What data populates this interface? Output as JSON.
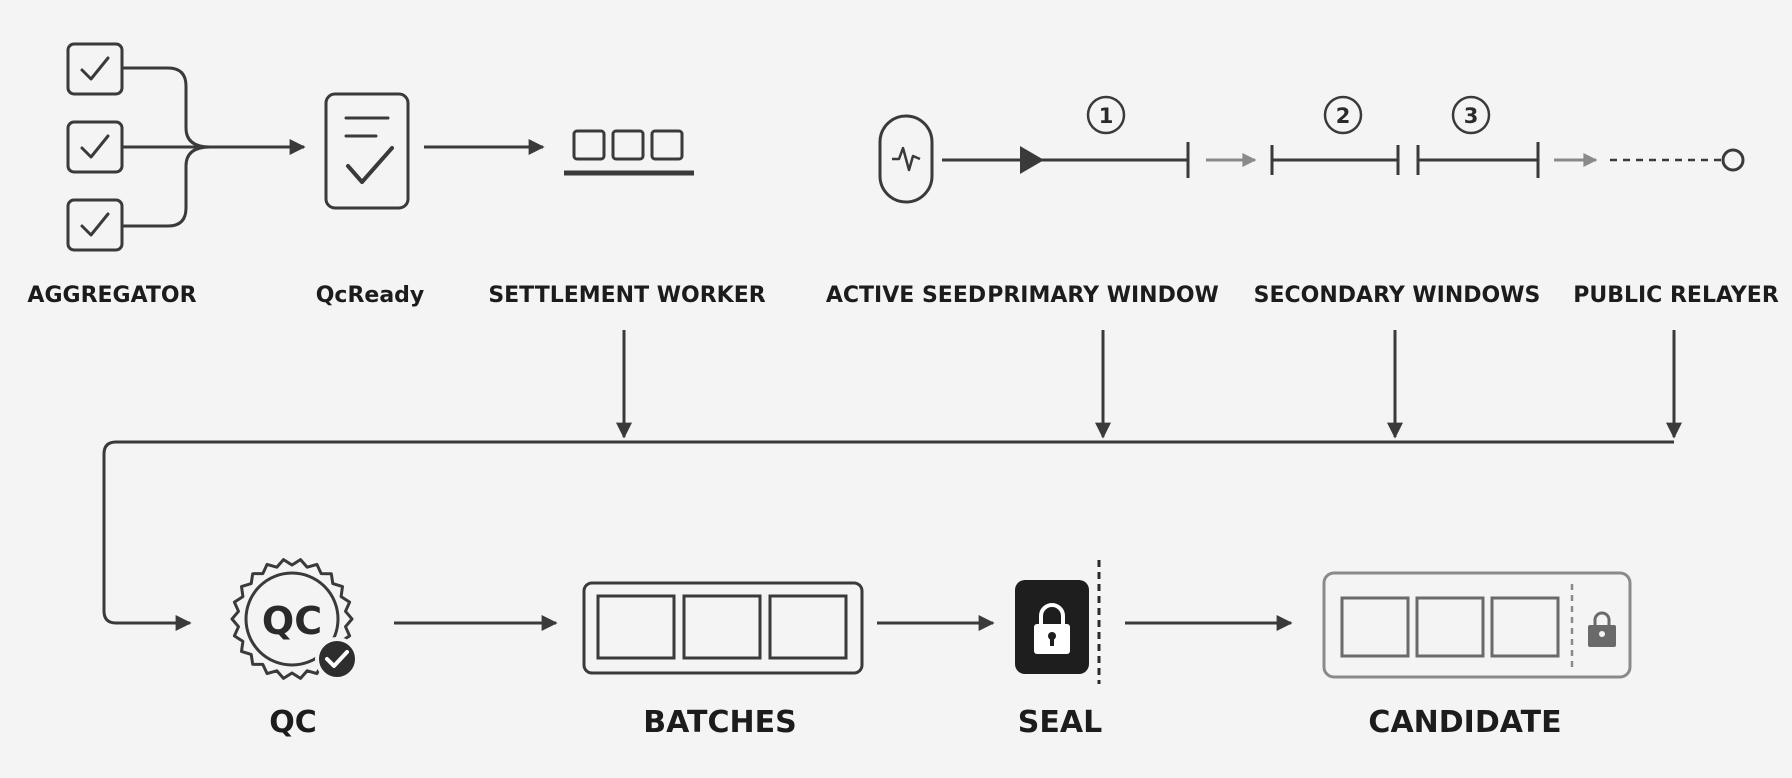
{
  "top_labels": {
    "aggregator": "AGGREGATOR",
    "qcready": "QcReady",
    "settlement_worker": "SETTLEMENT WORKER",
    "active_seed": "ACTIVE SEED",
    "primary_window": "PRIMARY WINDOW",
    "secondary_windows": "SECONDARY WINDOWS",
    "public_relayer": "PUBLIC RELAYER"
  },
  "window_numbers": [
    "1",
    "2",
    "3"
  ],
  "bottom_labels": {
    "qc": "QC",
    "batches": "BATCHES",
    "seal": "SEAL",
    "candidate": "CANDIDATE"
  },
  "qc_badge_text": "QC",
  "colors": {
    "background": "#f4f4f4",
    "stroke": "#3a3a3a",
    "muted": "#8a8a8a",
    "seal_fill": "#1e1e1e"
  },
  "icons": [
    "checkbox-icon",
    "document-check-icon",
    "worker-queue-icon",
    "heartbeat-icon",
    "qc-seal-icon",
    "lock-icon"
  ]
}
